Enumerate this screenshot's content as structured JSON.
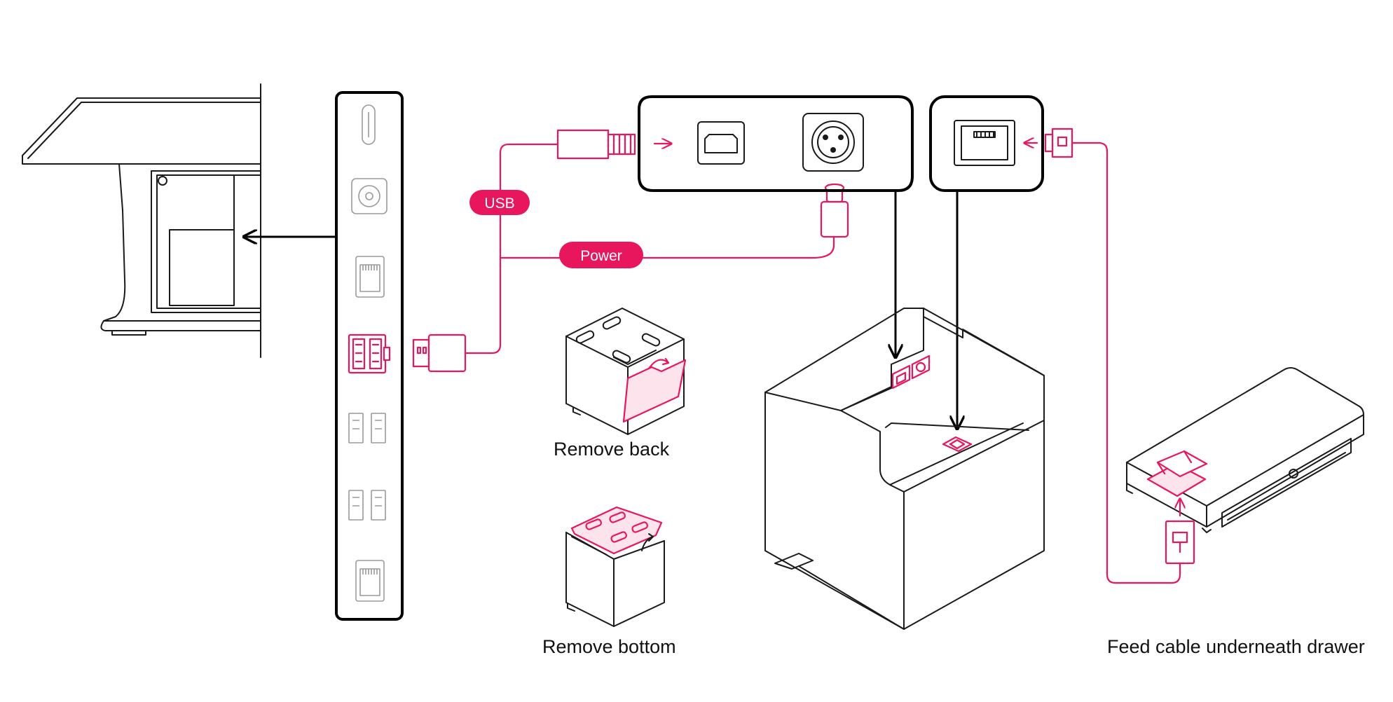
{
  "colors": {
    "accent": "#e8175d",
    "line": "#1a1a1a",
    "muted": "#9a9a9a"
  },
  "badges": {
    "usb": "USB",
    "power": "Power"
  },
  "captions": {
    "remove_back": "Remove back",
    "remove_bottom": "Remove bottom",
    "feed_cable": "Feed cable underneath drawer"
  }
}
